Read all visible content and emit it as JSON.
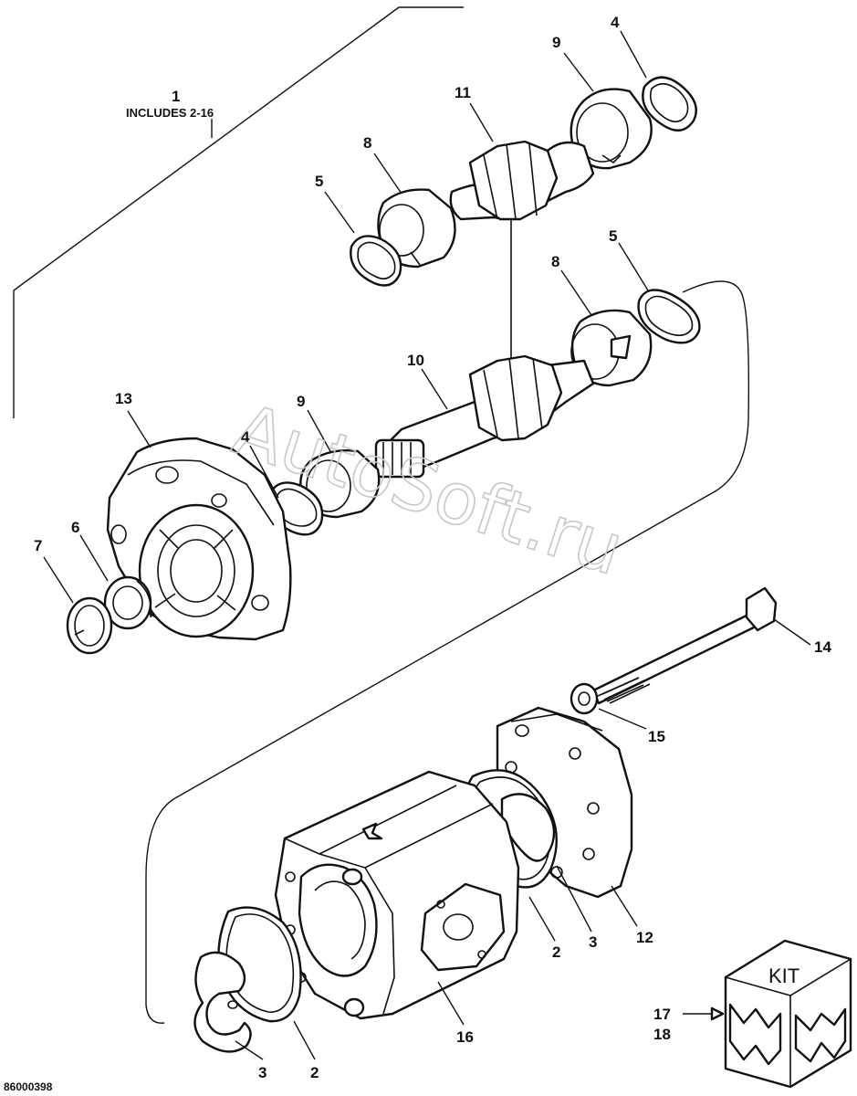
{
  "callouts": {
    "assembly": {
      "number": "1",
      "note": "INCLUDES 2-16"
    },
    "oring_main": "2",
    "backup_ring": "3",
    "seal_ring_upper": "4",
    "seal_ring_lower": "5",
    "shaft_seal": "6",
    "retaining_ring": "7",
    "bearing_block_a": "8",
    "bearing_block_b": "9",
    "drive_gear_shaft": "10",
    "driven_gear": "11",
    "rear_cover": "12",
    "front_cover": "13",
    "bolt": "14",
    "washer": "15",
    "housing": "16",
    "kit_a": "17",
    "kit_b": "18"
  },
  "kit_label": "KIT",
  "reference": "86000398",
  "watermark": "AutoSoft.ru",
  "colors": {
    "ink": "#111111",
    "paper": "#ffffff",
    "watermark": "#c8c8c8"
  }
}
